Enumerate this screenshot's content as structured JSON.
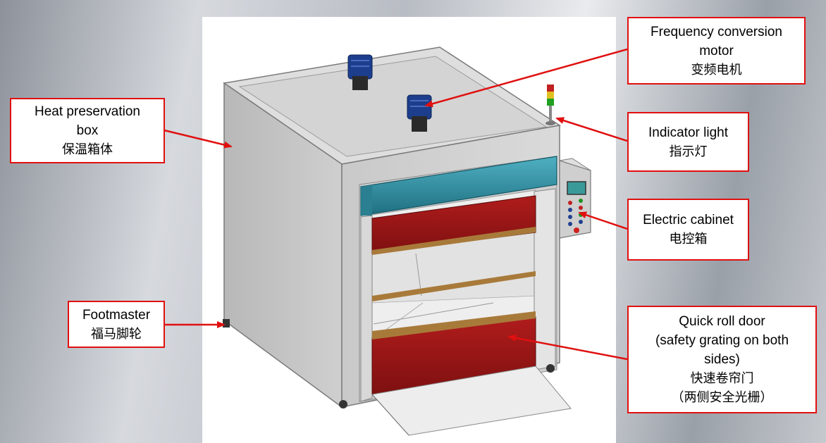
{
  "colors": {
    "callout_border": "#e01010",
    "arrow": "#e01010",
    "cabinet_body": "#d3d3d3",
    "door_red": "#a01818",
    "door_bar_wood": "#a87a3a",
    "roller_teal": "#2f8a9c",
    "motor_blue": "#1c3e8c"
  },
  "callouts": {
    "motor": {
      "line1": "Frequency conversion",
      "line2": "motor",
      "line3": "变频电机"
    },
    "heat_box": {
      "line1": "Heat preservation",
      "line2": "box",
      "line3": "保温箱体"
    },
    "indicator": {
      "line1": "Indicator light",
      "line2": "指示灯"
    },
    "electric": {
      "line1": "Electric cabinet",
      "line2": "电控箱"
    },
    "footmaster": {
      "line1": "Footmaster",
      "line2": "福马脚轮"
    },
    "roll_door": {
      "line1": "Quick roll door",
      "line2": "(safety grating on both",
      "line3": "sides)",
      "line4": "快速卷帘门",
      "line5": "（两侧安全光栅）"
    }
  }
}
